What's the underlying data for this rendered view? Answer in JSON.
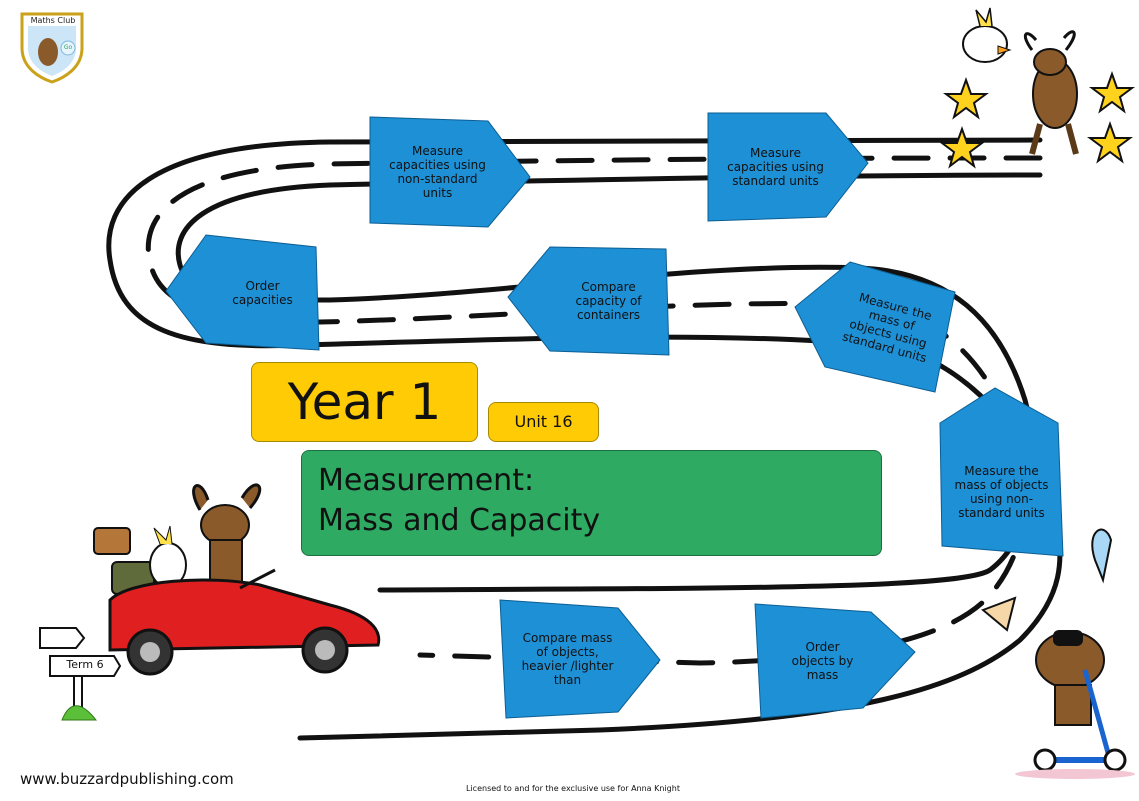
{
  "badge": {
    "text": "Maths Club",
    "sub": "Go"
  },
  "steps": [
    {
      "id": "s1",
      "label": "Measure capacities using non-standard units"
    },
    {
      "id": "s2",
      "label": "Measure capacities using standard units"
    },
    {
      "id": "s3",
      "label": "Order capacities"
    },
    {
      "id": "s4",
      "label": "Compare capacity of containers"
    },
    {
      "id": "s5",
      "label": "Measure the mass of objects using standard units"
    },
    {
      "id": "s6",
      "label": "Measure the mass of objects using non-standard units"
    },
    {
      "id": "s7",
      "label": "Compare mass of objects, heavier /lighter than"
    },
    {
      "id": "s8",
      "label": "Order objects by mass"
    }
  ],
  "year": "Year 1",
  "unit": "Unit 16",
  "title_line1": "Measurement:",
  "title_line2": "Mass and Capacity",
  "term_sign": "Term 6",
  "website": "www.buzzardpublishing.com",
  "license": "Licensed to and for the exclusive use for Anna Knight",
  "colors": {
    "step": "#1e90d6",
    "year": "#ffcb05",
    "title": "#2eaa63"
  },
  "icons": [
    "shield-badge-icon",
    "star-icon",
    "moose-icon",
    "cockatoo-icon",
    "red-car-icon",
    "signpost-icon",
    "scooter-moose-icon"
  ]
}
